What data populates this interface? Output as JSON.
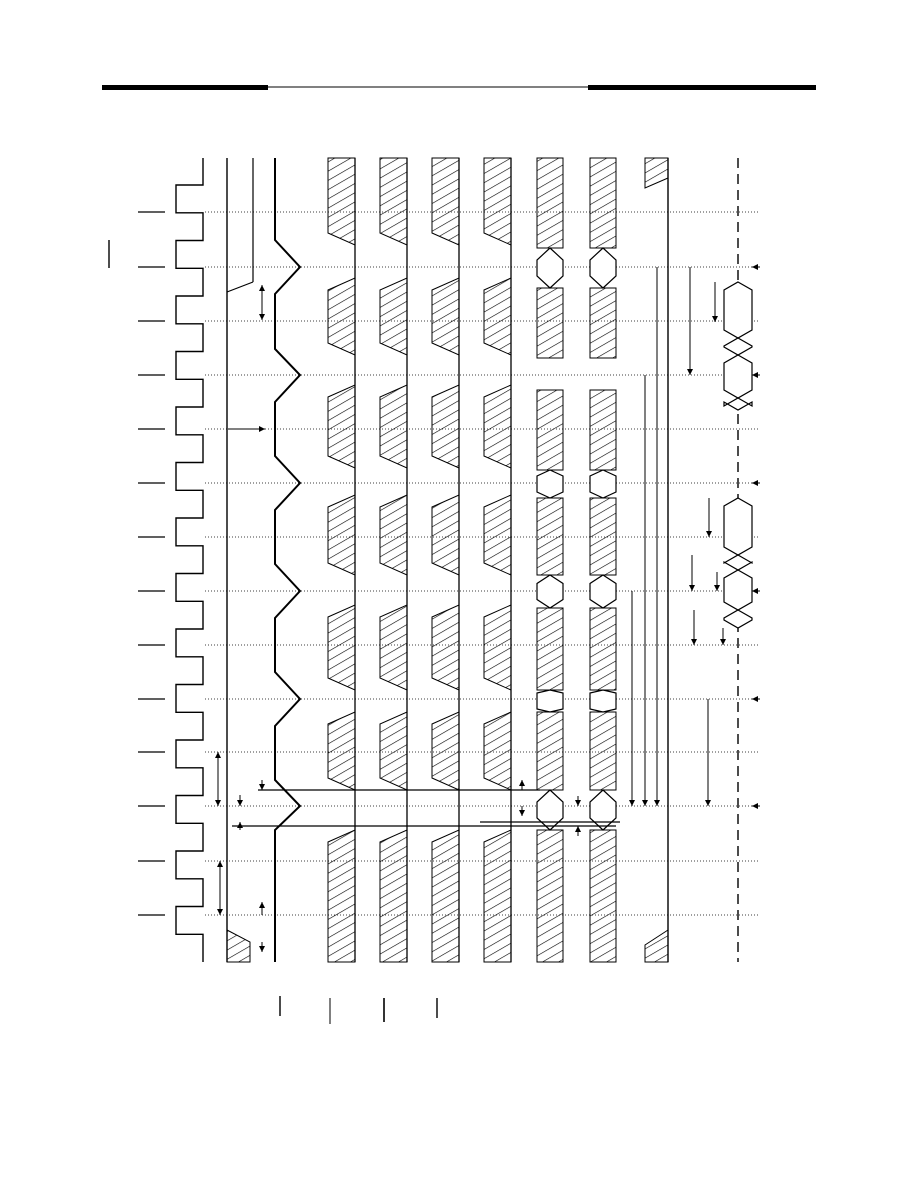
{
  "page": {
    "background": "#ffffff",
    "ink": "#000000"
  },
  "diagram": {
    "kind": "timing-diagram",
    "orientation": "rotated",
    "clock_periods": 14,
    "waveforms": [
      {
        "kind": "clock"
      },
      {
        "kind": "strobe"
      },
      {
        "kind": "strobe"
      },
      {
        "kind": "bus",
        "pattern": "hatched-bursts"
      },
      {
        "kind": "bus",
        "pattern": "hatched-bursts"
      },
      {
        "kind": "bus",
        "pattern": "hatched-bursts"
      },
      {
        "kind": "bus",
        "pattern": "hatched-bursts"
      },
      {
        "kind": "bus",
        "pattern": "valid-windows"
      },
      {
        "kind": "bus",
        "pattern": "valid-windows"
      },
      {
        "kind": "level"
      },
      {
        "kind": "dashed-reference"
      }
    ],
    "hatch_color": "#000000"
  }
}
